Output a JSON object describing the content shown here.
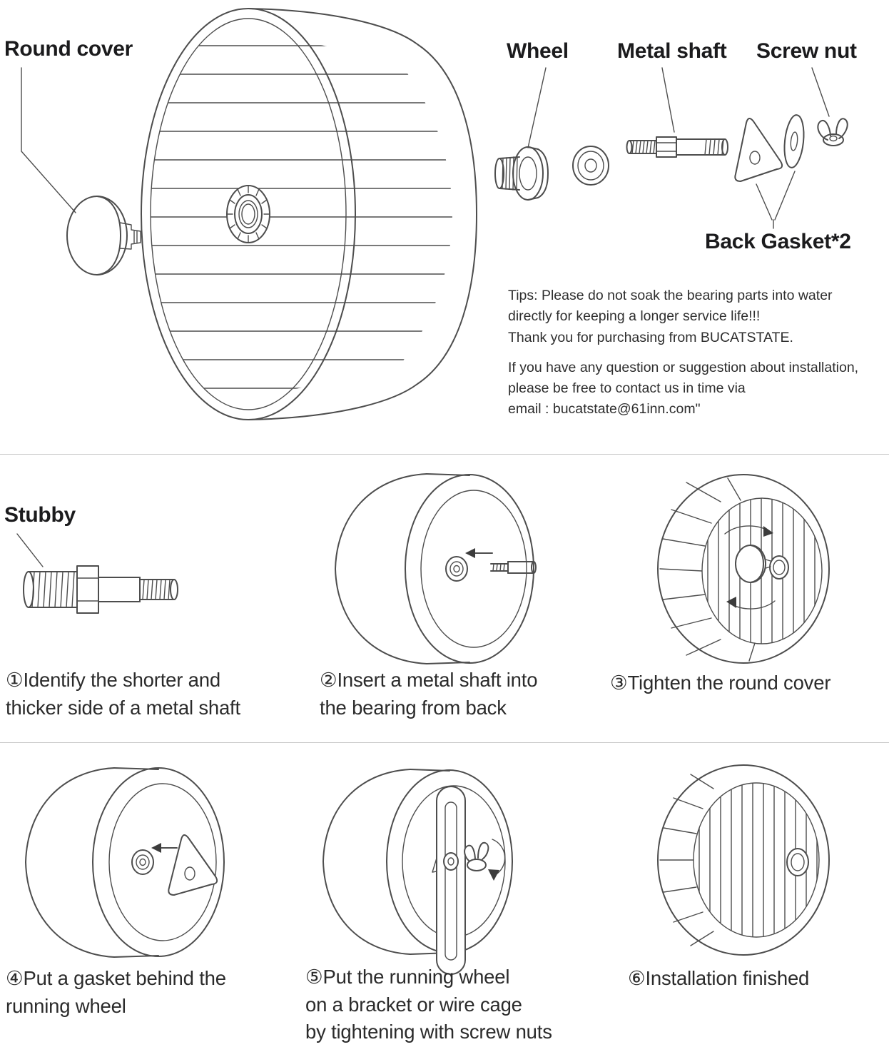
{
  "page": {
    "background": "#ffffff",
    "line_color": "#4d4d4d",
    "divider_color": "#c9c9c9",
    "text_color": "#1e1e1e"
  },
  "part_labels": {
    "round_cover": "Round cover",
    "wheel": "Wheel",
    "metal_shaft": "Metal shaft",
    "screw_nut": "Screw nut",
    "back_gasket": "Back Gasket*2",
    "stubby": "Stubby"
  },
  "tips": {
    "para1_lines": [
      "Tips: Please do not soak the bearing parts into water",
      "directly for keeping a longer service life!!!",
      "Thank you for purchasing from BUCATSTATE."
    ],
    "para2_lines": [
      "If you have any question or suggestion about installation,",
      "please be free to contact us in time via",
      "email :  bucatstate@61inn.com\""
    ]
  },
  "steps": [
    {
      "lines": [
        "①Identify the shorter and",
        "thicker side of a metal shaft"
      ]
    },
    {
      "lines": [
        "②Insert a metal shaft into",
        "the bearing from back"
      ]
    },
    {
      "lines": [
        "③Tighten the round cover"
      ]
    },
    {
      "lines": [
        "④Put a gasket behind the",
        "running wheel"
      ]
    },
    {
      "lines": [
        "⑤Put the running wheel",
        "on a bracket or wire cage",
        "by tightening with screw nuts"
      ]
    },
    {
      "lines": [
        "⑥Installation finished"
      ]
    }
  ]
}
